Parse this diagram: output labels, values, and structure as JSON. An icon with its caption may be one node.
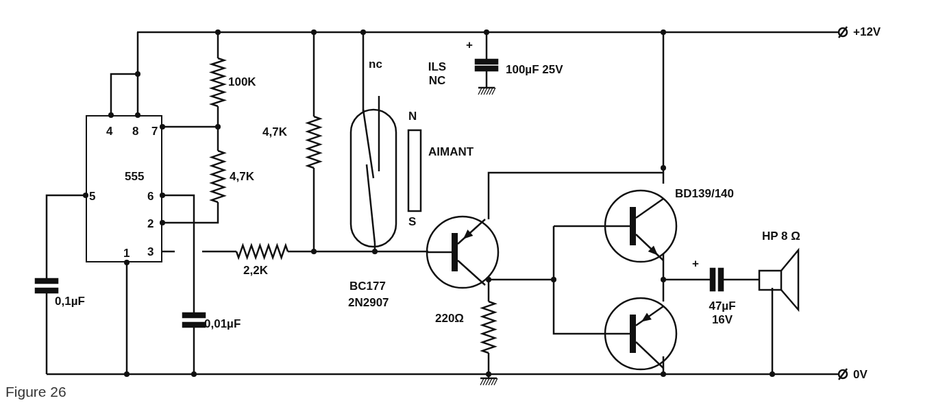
{
  "diagram": {
    "caption": "Figure 26",
    "nodes": [
      {
        "text": [
          "555"
        ]
      },
      {
        "text": [],
        "shape": "bar",
        "beside": [
          "N",
          "AIMANT",
          "S"
        ]
      }
    ],
    "labels": [
      "+12V",
      "+",
      "nc",
      "ILS NC",
      "100µF 25V",
      "100K",
      "4",
      "8",
      "7",
      "4,7K",
      "4,7K",
      "5",
      "6",
      "BD139/140",
      "2",
      "HP 8 Ω",
      "1",
      "3",
      "+",
      "2,2K",
      "BC177",
      "0,1µF",
      "2N2907",
      "47µF 16V",
      "220Ω",
      "0,01µF",
      "0V"
    ]
  }
}
